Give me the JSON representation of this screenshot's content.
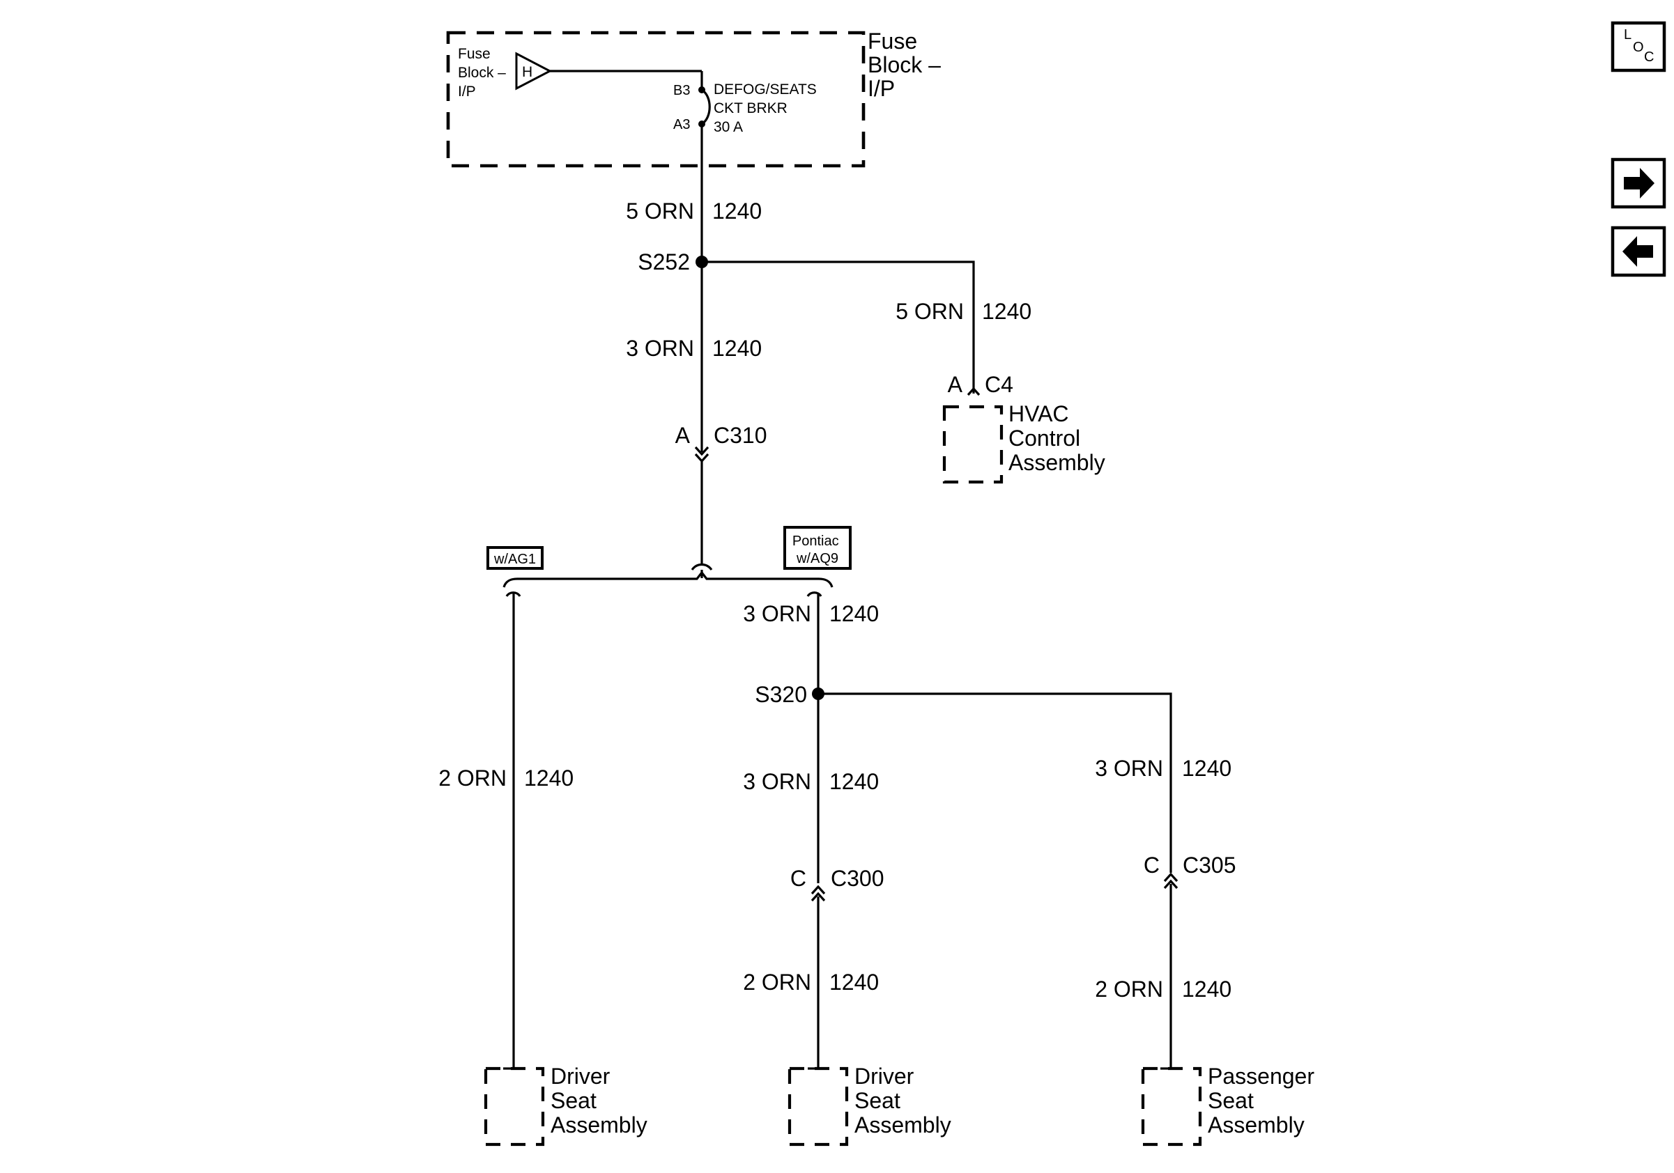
{
  "fuse_block": {
    "outer_label": [
      "Fuse",
      "Block –",
      "I/P"
    ],
    "inner_label": [
      "Fuse",
      "Block –",
      "I/P"
    ],
    "hot_indicator": "H",
    "terminal_in": "B3",
    "terminal_out": "A3",
    "breaker_label": [
      "DEFOG/SEATS",
      "CKT BRKR",
      "30 A"
    ]
  },
  "wires": {
    "w1_size_color": "5 ORN",
    "w1_circuit": "1240",
    "w2_size_color": "3 ORN",
    "w2_circuit": "1240",
    "w3_size_color": "5 ORN",
    "w3_circuit": "1240",
    "w4_size_color": "3 ORN",
    "w4_circuit": "1240",
    "w5_size_color": "2 ORN",
    "w5_circuit": "1240",
    "w6_size_color": "3 ORN",
    "w6_circuit": "1240",
    "w7_size_color": "3 ORN",
    "w7_circuit": "1240",
    "w8_size_color": "2 ORN",
    "w8_circuit": "1240",
    "w9_size_color": "2 ORN",
    "w9_circuit": "1240"
  },
  "splices": {
    "s252": "S252",
    "s320": "S320"
  },
  "connectors": {
    "c4": {
      "pin": "A",
      "name": "C4"
    },
    "c310": {
      "pin": "A",
      "name": "C310"
    },
    "c300": {
      "pin": "C",
      "name": "C300"
    },
    "c305": {
      "pin": "C",
      "name": "C305"
    }
  },
  "options": {
    "left": "w/AG1",
    "right": [
      "Pontiac",
      "w/AQ9"
    ]
  },
  "components": {
    "hvac": [
      "HVAC",
      "Control",
      "Assembly"
    ],
    "driver_seat_left": [
      "Driver",
      "Seat",
      "Assembly"
    ],
    "driver_seat_right": [
      "Driver",
      "Seat",
      "Assembly"
    ],
    "passenger_seat": [
      "Passenger",
      "Seat",
      "Assembly"
    ]
  },
  "nav": {
    "loc_letters": [
      "L",
      "O",
      "C"
    ],
    "next_icon": "right-arrow-icon",
    "prev_icon": "left-arrow-icon"
  }
}
